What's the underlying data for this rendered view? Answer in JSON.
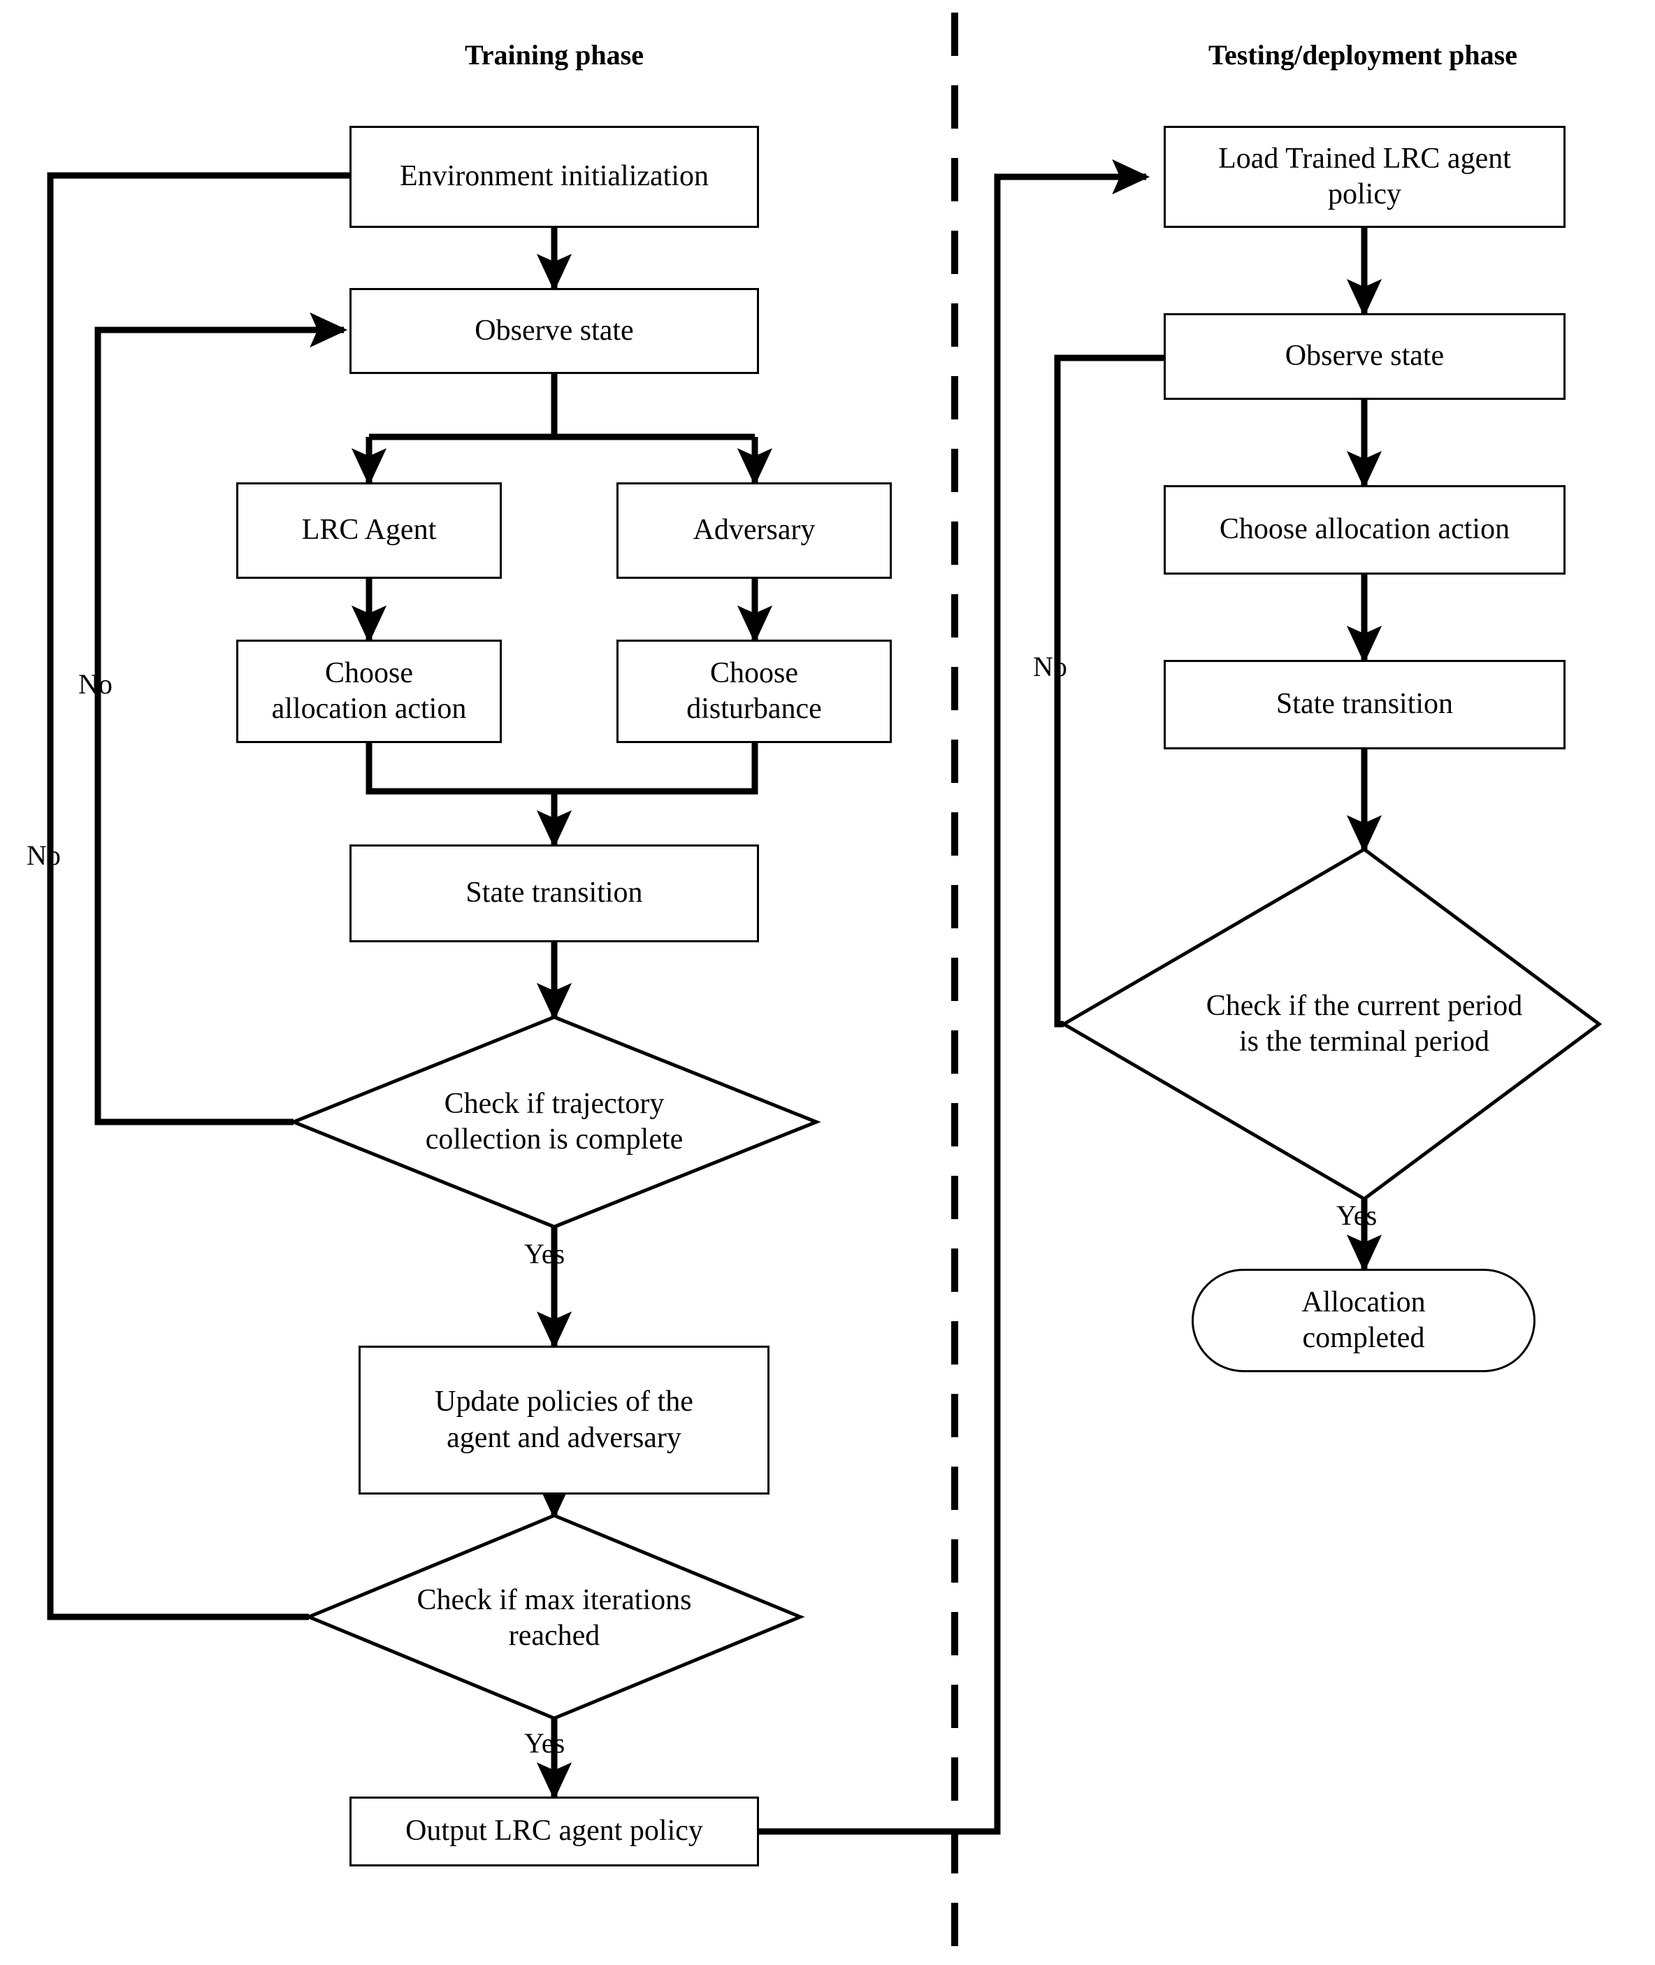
{
  "figure": {
    "type": "flowchart",
    "orientation": "two-column",
    "divider": "vertical-dashed-line"
  },
  "phases": {
    "training": {
      "title": "Training phase"
    },
    "testing": {
      "title": "Testing/deployment phase"
    }
  },
  "training_nodes": {
    "env_init": "Environment initialization",
    "observe_state": "Observe state",
    "lrc_agent": "LRC Agent",
    "adversary": "Adversary",
    "choose_allocation": "Choose\nallocation action",
    "choose_disturbance": "Choose\ndisturbance",
    "state_transition": "State transition",
    "check_trajectory": "Check if trajectory\ncollection is complete",
    "update_policies": "Update policies of the\nagent and adversary",
    "check_max_iter": "Check if max iterations\nreached",
    "output_policy": "Output LRC agent policy"
  },
  "testing_nodes": {
    "load_policy": "Load Trained LRC agent\npolicy",
    "observe_state": "Observe state",
    "choose_allocation": "Choose allocation action",
    "state_transition": "State transition",
    "check_terminal": "Check if the current period\nis the terminal period",
    "allocation_completed": "Allocation\ncompleted"
  },
  "edge_labels": {
    "trajectory_no": "No",
    "max_iter_no": "No",
    "trajectory_yes": "Yes",
    "max_iter_yes": "Yes",
    "terminal_no": "No",
    "terminal_yes": "Yes"
  },
  "colors": {
    "stroke": "#000000",
    "fill": "#ffffff",
    "text": "#000000"
  }
}
